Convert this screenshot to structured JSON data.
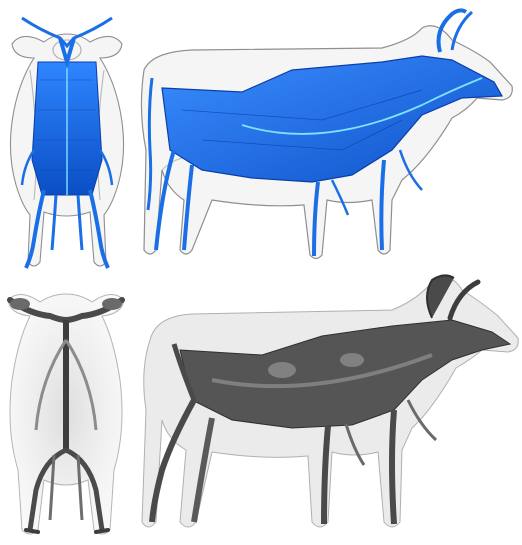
{
  "colors": {
    "background": "#ffffff",
    "shell_fill": "#ebebeb",
    "shell_stroke": "#9a9a9a",
    "skeleton_blue": "#1a6fe6",
    "skeleton_blue_dark": "#0a3fa8",
    "skeleton_highlight": "#7fe0ff",
    "skeleton_gray": "#4a4a4a",
    "skeleton_gray_light": "#8c8c8c"
  },
  "panels": [
    {
      "view": "front",
      "style": "blue-skeleton-in-transparent-shell"
    },
    {
      "view": "side",
      "style": "blue-skeleton-in-transparent-shell"
    },
    {
      "view": "front",
      "style": "gray-volumetric-skeleton"
    },
    {
      "view": "side",
      "style": "gray-volumetric-skeleton"
    }
  ]
}
